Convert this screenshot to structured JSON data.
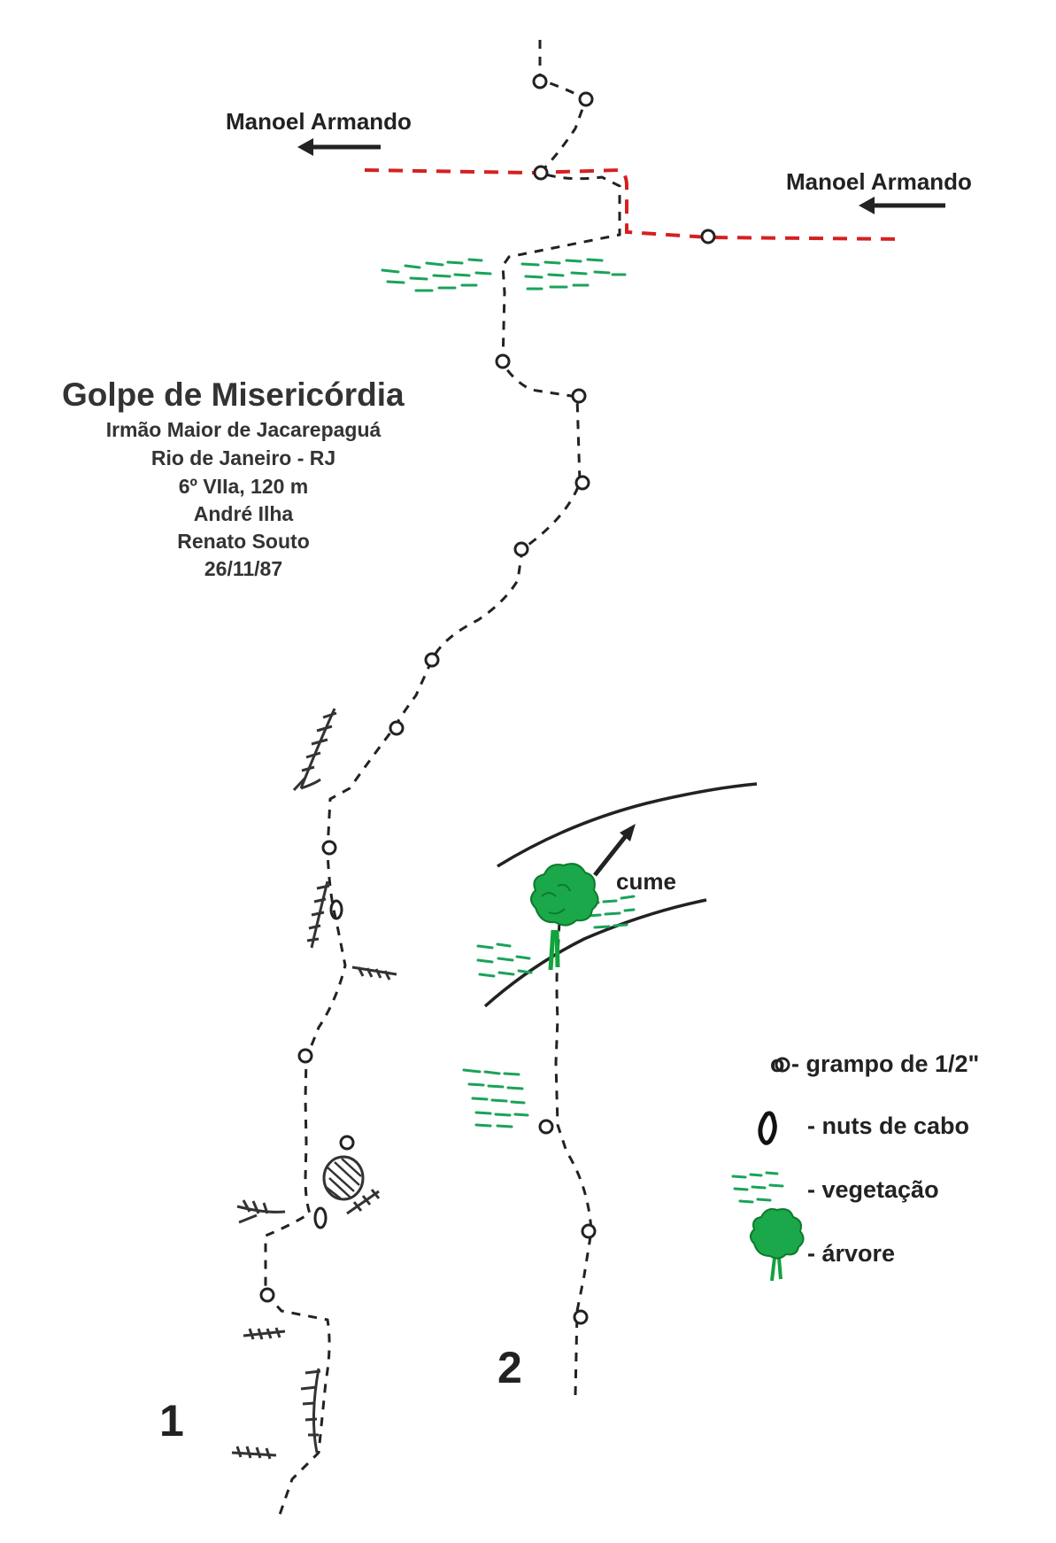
{
  "route": {
    "title": "Golpe de Misericórdia",
    "location": "Irmão Maior de Jacarepaguá",
    "city": "Rio de Janeiro - RJ",
    "grade": "6º VIIa, 120 m",
    "author_1": "André Ilha",
    "author_2": "Renato Souto",
    "date": "26/11/87"
  },
  "labels": {
    "exit_left": "Manoel Armando",
    "exit_right": "Manoel Armando",
    "summit": "cume",
    "pitch_1": "1",
    "pitch_2": "2"
  },
  "legend": {
    "bolt": "o - grampo de 1/2\"",
    "nut": "- nuts de cabo",
    "vegetation": "- vegetação",
    "tree": "- árvore"
  },
  "colors": {
    "route_line": "#222222",
    "variant_line": "#d62020",
    "vegetation": "#1aa35a",
    "tree": "#12a33c"
  },
  "icons": {
    "bolt": "circle-o",
    "nut": "figure-eight",
    "vegetation": "green-dashes",
    "tree": "green-tree",
    "crack": "crack-tick-marks"
  }
}
